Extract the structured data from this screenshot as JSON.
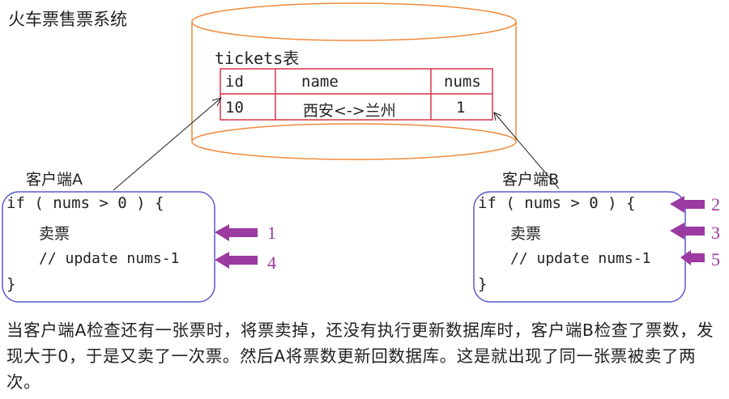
{
  "title": "火车票售票系统",
  "db": {
    "table_name": "tickets表",
    "headers": [
      "id",
      "name",
      "nums"
    ],
    "row": [
      "10",
      "西安<->兰州",
      "1"
    ]
  },
  "client_a": {
    "label": "客户端A",
    "lines": [
      "if ( nums > 0 ) {",
      "卖票",
      "// update nums-1",
      "}"
    ],
    "steps": [
      "1",
      "4"
    ]
  },
  "client_b": {
    "label": "客户端B",
    "lines": [
      "if ( nums > 0 ) {",
      "卖票",
      "// update nums-1",
      "}"
    ],
    "steps": [
      "2",
      "3",
      "5"
    ]
  },
  "description": "当客户端A检查还有一张票时，将票卖掉，还没有执行更新数据库时，客户端B检查了票数，发现大于0，于是又卖了一次票。然后A将票数更新回数据库。这是就出现了同一张票被卖了两次。",
  "colors": {
    "cylinder": "#f08a3c",
    "table": "#d9344a",
    "client_box": "#5a5ac8",
    "step_arrow": "#9b3aa0"
  }
}
